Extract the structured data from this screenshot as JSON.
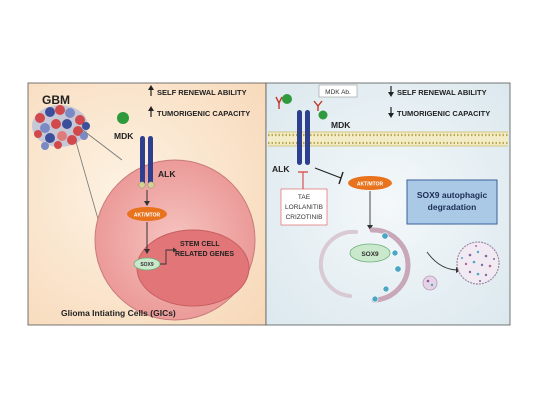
{
  "left_panel": {
    "gbm_label": "GBM",
    "mdk_label": "MDK",
    "alk_label": "ALK",
    "akt_mtor_label": "AKT/MTOR",
    "sox9_label": "SOX9",
    "stem_cell_line1": "STEM CELL",
    "stem_cell_line2": "RELATED GENES",
    "self_renewal": "SELF RENEWAL ABILITY",
    "tumorigenic": "TUMORIGENIC CAPACITY",
    "caption": "Glioma Intiating Cells (GICs)",
    "bg_color": "#fbe4cc",
    "cell_color": "#f0a8a6",
    "nucleus_color": "#e06f73"
  },
  "right_panel": {
    "mdk_ab_label": "MDK Ab.",
    "mdk_label": "MDK",
    "alk_label": "ALK",
    "akt_mtor_label": "AKT/MTOR",
    "sox9_label": "SOX9",
    "inhibitors": [
      "TAE",
      "LORLANITIB",
      "CRIZOTINIB"
    ],
    "self_renewal": "SELF RENEWAL ABILITY",
    "tumorigenic": "TUMORIGENIC CAPACITY",
    "degradation_line1": "SOX9 autophagic",
    "degradation_line2": "degradation",
    "bg_color": "#e9f1f4",
    "box_color": "#a9c9e6"
  },
  "colors": {
    "receptor": "#2e3f8f",
    "mdk": "#2e9a3c",
    "akt_box": "#e8731c",
    "sox9_fill": "#c9e8cc",
    "inhibitor": "#d9534f"
  },
  "icons": [
    "up-arrow-icon",
    "down-arrow-icon",
    "inhibit-icon",
    "lysosome-icon"
  ]
}
